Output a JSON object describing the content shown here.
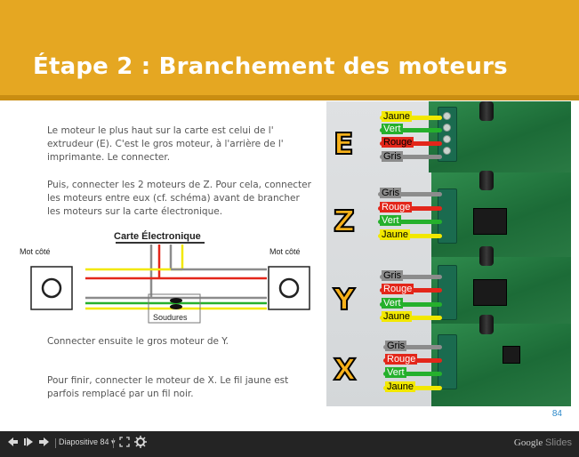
{
  "slide": {
    "title": "Étape 2 : Branchement des moteurs",
    "paragraphs": {
      "p1": "Le moteur le plus haut sur la carte est celui de l' extrudeur (E). C'est le gros moteur, à l'arrière de l' imprimante. Le connecter.",
      "p2": "Puis, connecter les 2 moteurs de Z. Pour cela, connecter les moteurs entre eux (cf. schéma) avant de brancher les moteurs sur la carte électronique.",
      "p3": "Connecter ensuite le gros moteur de Y.",
      "p4": "Pour finir, connecter le moteur de X. Le fil jaune est parfois remplacé par un fil noir."
    },
    "diagram": {
      "board_label": "Carte Électronique",
      "left_motor_label": "Mot côté",
      "right_motor_label": "Mot côté",
      "solder_label": "Soudures"
    },
    "photo": {
      "axes": [
        "E",
        "Z",
        "Y",
        "X"
      ],
      "E_wires": [
        "Jaune",
        "Vert",
        "Rouge",
        "Gris"
      ],
      "Z_wires": [
        "Gris",
        "Rouge",
        "Vert",
        "Jaune"
      ],
      "Y_wires": [
        "Gris",
        "Rouge",
        "Vert",
        "Jaune"
      ],
      "X_wires": [
        "Gris",
        "Rouge",
        "Vert",
        "Jaune"
      ]
    },
    "page_number": "84"
  },
  "toolbar": {
    "slide_label": "Diapositive 84",
    "brand": "Google",
    "brand_suffix": "Slides"
  },
  "colors": {
    "title_bar": "#e5a722",
    "wire_yellow": "#f2e800",
    "wire_green": "#25b02c",
    "wire_red": "#e3261a",
    "wire_gray": "#8c8c8c",
    "axis_letter": "#f7b11a"
  }
}
